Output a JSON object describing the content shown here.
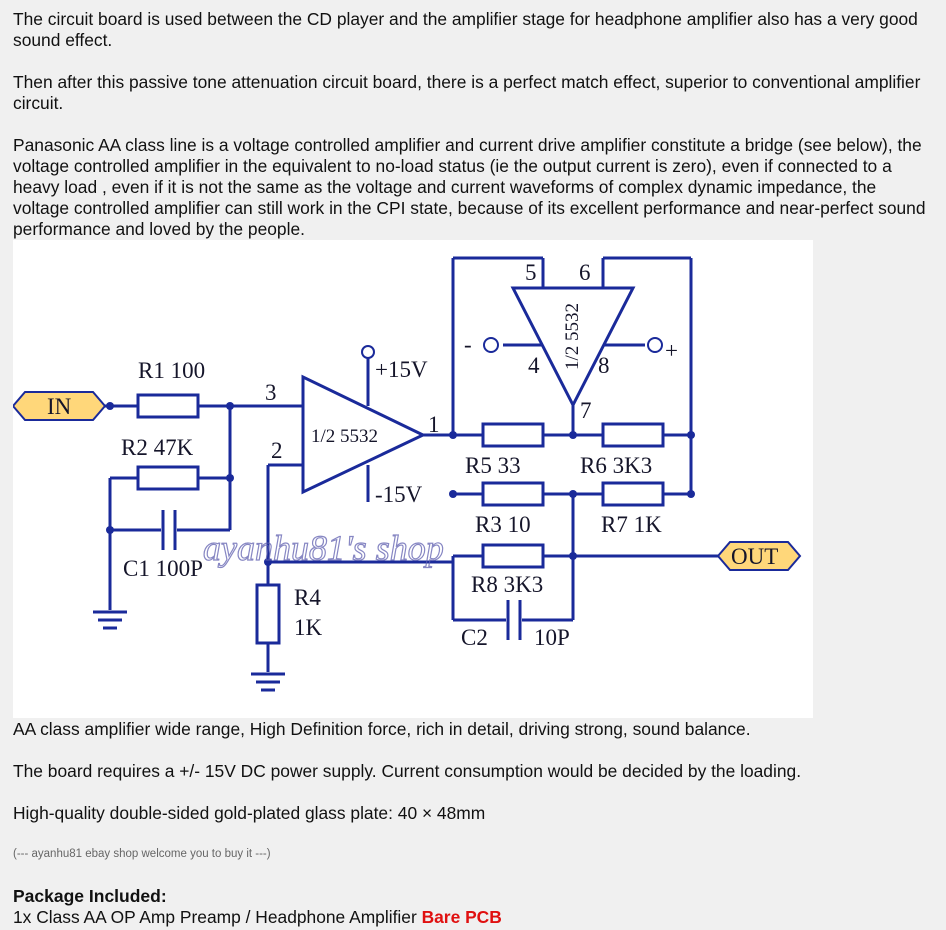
{
  "paragraphs": {
    "p1": "The circuit board is used between the CD player and the amplifier stage for headphone amplifier also has a very good sound effect.",
    "p2": "Then after this passive tone attenuation circuit board, there is a perfect match effect, superior to conventional amplifier circuit.",
    "p3": "Panasonic AA class line is a voltage controlled amplifier and current drive amplifier constitute a bridge (see below), the voltage controlled amplifier in the equivalent to no-load status (ie the output current is zero), even if connected to a heavy load , even if it is not the same as the voltage and current waveforms of complex dynamic impedance, the voltage controlled amplifier can still work in the CPI state, because of its excellent performance and near-perfect sound performance and loved by the people.",
    "p4": "AA class amplifier wide range, High Definition force, rich in detail, driving strong, sound balance.",
    "p5": "The board requires a +/- 15V DC power supply. Current consumption would be decided by the loading.",
    "p6": "High-quality double-sided gold-plated glass plate: 40 × 48mm",
    "note": "(--- ayanhu81 ebay shop welcome you to buy it ---)"
  },
  "package": {
    "title": "Package Included:",
    "item": "1x Class AA OP Amp Preamp / Headphone Amplifier ",
    "highlight": "Bare PCB",
    "highlight_color": "#e01010"
  },
  "schematic": {
    "in_label": "IN",
    "out_label": "OUT",
    "r1": "R1  100",
    "r2": "R2  47K",
    "c1": "C1  100P",
    "r4a": "R4",
    "r4b": "1K",
    "opamp1": "1/2 5532",
    "opamp2": "1/2 5532",
    "vplus": "+15V",
    "vminus": "-15V",
    "pin1": "1",
    "pin2": "2",
    "pin3": "3",
    "pin4": "4",
    "pin5": "5",
    "pin6": "6",
    "pin7": "7",
    "pin8": "8",
    "minus": "-",
    "plus": "+",
    "r5": "R5   33",
    "r6": "R6   3K3",
    "r3": "R3  10",
    "r7": "R7    1K",
    "r8": "R8   3K3",
    "c2": "C2",
    "c2v": "10P",
    "watermark": "ayanhu81's shop",
    "wire_color": "#1a2a9a",
    "label_fill": "#ffd77a"
  }
}
